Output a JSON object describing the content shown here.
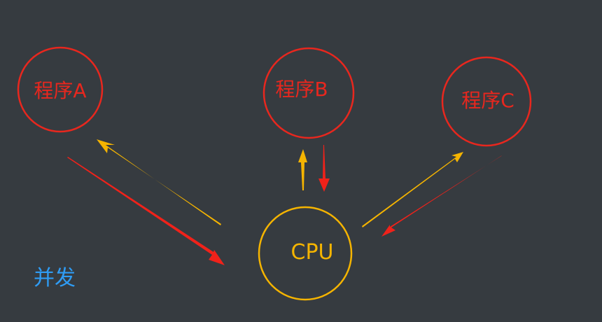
{
  "nodes": [
    {
      "label": "程序A"
    },
    {
      "label": "程序B"
    },
    {
      "label": "程序C"
    }
  ],
  "cpu": {
    "label": "CPU"
  },
  "caption": "并发",
  "colors": {
    "background": "#363b40",
    "program": "#e8271e",
    "cpu": "#f5b400",
    "caption": "#2f9cf4",
    "arrow_to_program": "#f5b400",
    "arrow_to_cpu": "#f0221a"
  },
  "edges": [
    {
      "from": "CPU",
      "to": "程序A"
    },
    {
      "from": "程序A",
      "to": "CPU"
    },
    {
      "from": "CPU",
      "to": "程序B"
    },
    {
      "from": "程序B",
      "to": "CPU"
    },
    {
      "from": "CPU",
      "to": "程序C"
    },
    {
      "from": "程序C",
      "to": "CPU"
    }
  ]
}
